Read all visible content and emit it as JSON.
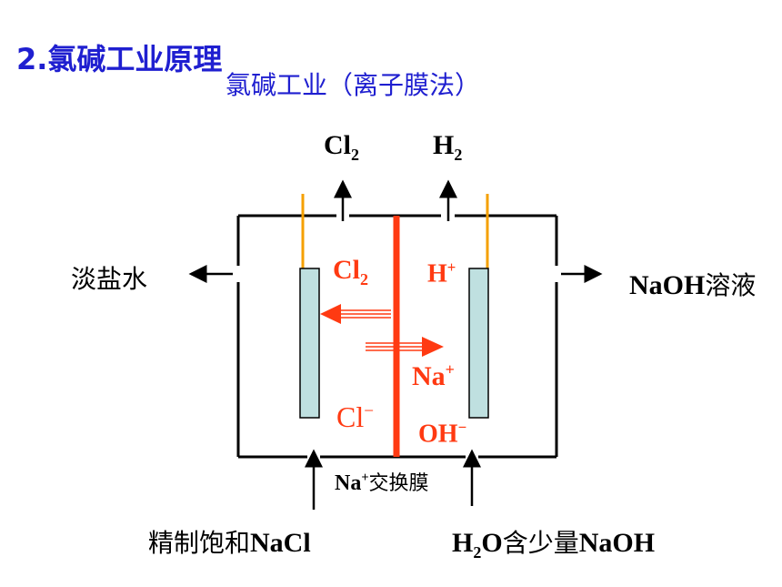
{
  "title": "2.氯碱工业原理",
  "subtitle": "氯碱工业（离子膜法）",
  "gases": {
    "left_top": {
      "base": "Cl",
      "sub": "2"
    },
    "right_top": {
      "base": "H",
      "sub": "2"
    }
  },
  "outlets": {
    "left": "淡盐水",
    "right_main": "NaOH",
    "right_suffix": "溶液"
  },
  "ions": {
    "cl2": {
      "base": "Cl",
      "sub": "2"
    },
    "h_plus": {
      "base": "H",
      "sup": "+"
    },
    "na_plus": {
      "base": "Na",
      "sup": "+"
    },
    "cl_minus": {
      "base": "Cl",
      "sup": "−"
    },
    "oh_minus": {
      "base": "OH",
      "sup": "−"
    }
  },
  "membrane": {
    "ion": "Na",
    "sup": "+",
    "label": "交换膜"
  },
  "inlets": {
    "left_cn": "精制饱和",
    "left_formula": "NaCl",
    "right_h": "H",
    "right_sub": "2",
    "right_o": "O",
    "right_cn": "含少量",
    "right_formula": "NaOH"
  },
  "colors": {
    "title": "#1f1fd0",
    "membrane": "#ff3a12",
    "electrode_fill": "#bfe0e0",
    "electrode_wire": "#f5a000"
  }
}
